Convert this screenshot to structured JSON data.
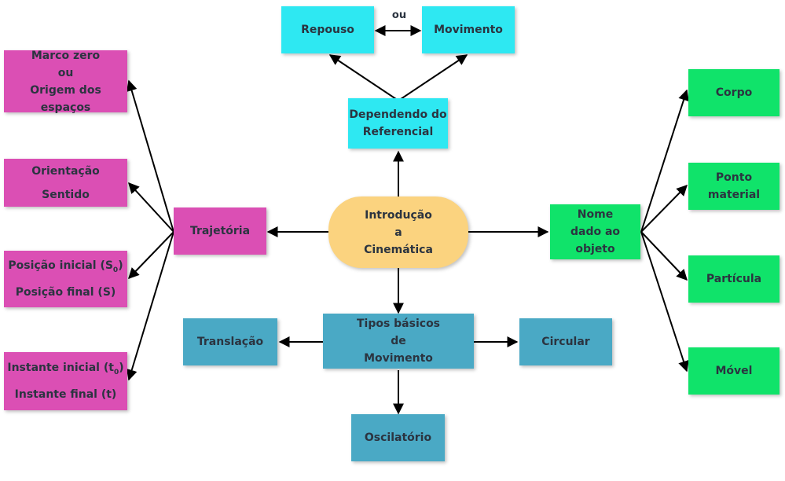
{
  "center": {
    "lines": [
      "Introdução",
      "a",
      "Cinemática"
    ]
  },
  "top": {
    "referencial": [
      "Dependendo do",
      "Referencial"
    ],
    "repouso": "Repouso",
    "ou": "ou",
    "movimento": "Movimento"
  },
  "left": {
    "trajetoria": "Trajetória",
    "marco": [
      "Marco zero",
      "ou",
      "Origem dos espaços"
    ],
    "orientacao": [
      "Orientação",
      "Sentido"
    ],
    "posicao_inicial": "Posição inicial (S",
    "posicao_inicial_sub": "0",
    "posicao_inicial_end": ")",
    "posicao_final": "Posição final (S)",
    "instante_inicial": "Instante inicial (t",
    "instante_inicial_sub": "0",
    "instante_inicial_end": ")",
    "instante_final": "Instante final (t)"
  },
  "right": {
    "nome": [
      "Nome",
      "dado ao",
      "objeto"
    ],
    "corpo": "Corpo",
    "ponto": "Ponto material",
    "particula": "Partícula",
    "movel": "Móvel"
  },
  "bottom": {
    "tipos": [
      "Tipos básicos",
      "de",
      "Movimento"
    ],
    "translacao": "Translação",
    "circular": "Circular",
    "oscilatorio": "Oscilatório"
  },
  "colors": {
    "cyan": "#2ee8f2",
    "pink": "#db4fb4",
    "green": "#10e36a",
    "blue": "#4aa9c5",
    "center": "#fbd37f"
  }
}
